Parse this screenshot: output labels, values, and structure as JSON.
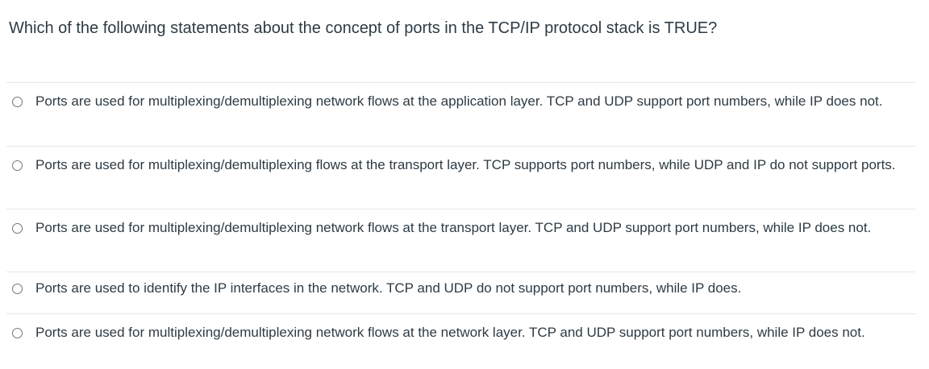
{
  "question": {
    "text": "Which of the following statements about the concept of ports in the TCP/IP protocol stack is TRUE?"
  },
  "answers": [
    {
      "text": "Ports are used for multiplexing/demultiplexing network flows at the application layer. TCP and UDP support port numbers, while IP does not."
    },
    {
      "text": "Ports are used for multiplexing/demultiplexing flows at the transport layer. TCP supports port numbers, while UDP and IP do not support ports."
    },
    {
      "text": "Ports are used for multiplexing/demultiplexing network flows at the transport layer. TCP and UDP support port numbers, while IP does not."
    },
    {
      "text": "Ports are used to identify the IP interfaces in the network. TCP and UDP do not support port numbers, while IP does."
    },
    {
      "text": "Ports are used for multiplexing/demultiplexing network flows at the network layer. TCP and UDP support port numbers, while IP does not."
    }
  ],
  "colors": {
    "text": "#2d3b45",
    "divider": "#e6e6e6",
    "radio_border": "#6b7780"
  },
  "icons": {
    "radio": "radio-button-unchecked-icon"
  }
}
